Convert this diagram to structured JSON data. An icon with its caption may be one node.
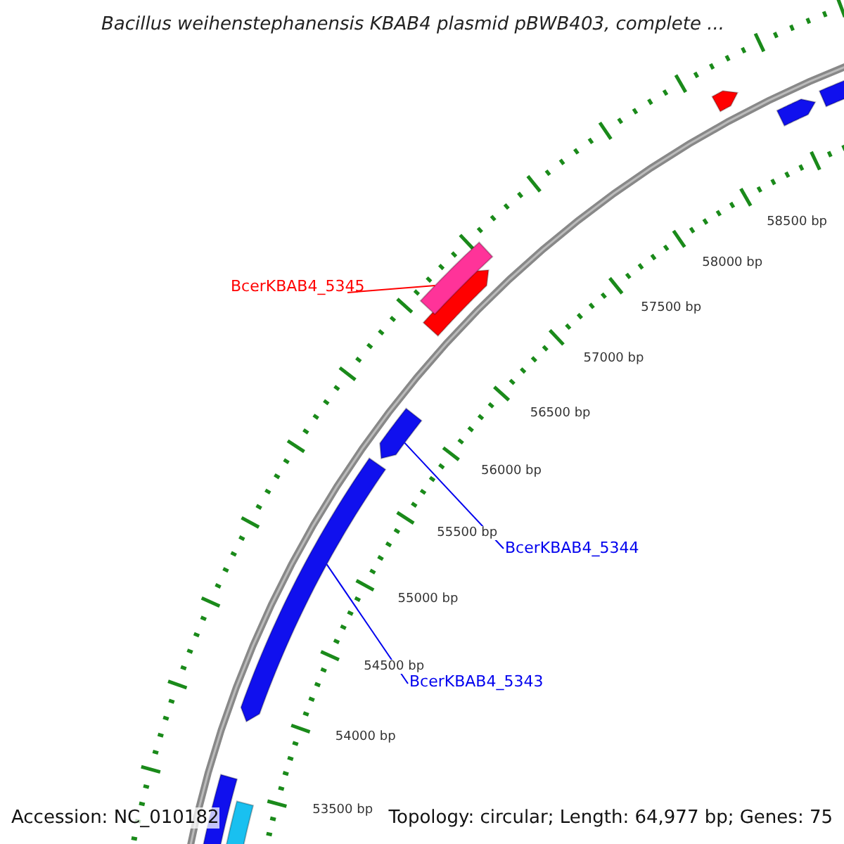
{
  "diagram": {
    "title": "Bacillus weihenstephanensis KBAB4 plasmid pBWB403, complete ...",
    "nodes": [
      {
        "text": [
          "BcerKBAB4_5345"
        ]
      },
      {
        "text": [],
        "shape": "bar"
      },
      {
        "text": [
          "BcerKBAB4_5344"
        ]
      },
      {
        "text": [],
        "shape": "bar"
      },
      {
        "text": [
          "BcerKBAB4_5343"
        ]
      },
      {
        "text": [],
        "shape": "bar"
      }
    ],
    "edges": [
      {
        "from": 0,
        "to": 1,
        "arrow": "none",
        "color": "#ff0000"
      },
      {
        "from": 2,
        "to": 3,
        "arrow": "none"
      },
      {
        "from": 4,
        "to": 5,
        "arrow": "none"
      }
    ],
    "labels": [
      "58500 bp",
      "58000 bp",
      "57500 bp",
      "57000 bp",
      "56500 bp",
      "56000 bp",
      "55500 bp",
      "55000 bp",
      "54500 bp",
      "54000 bp",
      "53500 bp",
      "Accession: NC_010182",
      "Topology: circular; Length: 64,977 bp; Genes: 75"
    ]
  }
}
